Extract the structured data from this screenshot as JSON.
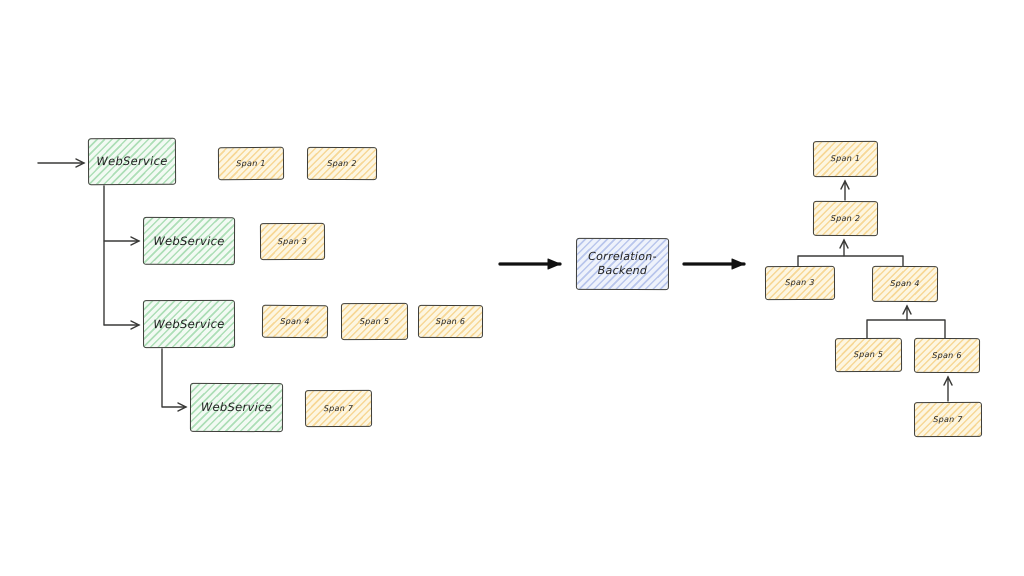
{
  "diagram": {
    "description_of_type": "hand-drawn distributed tracing diagram",
    "left_flow": {
      "services": [
        {
          "label": "WebService",
          "spans": [
            "Span 1",
            "Span 2"
          ]
        },
        {
          "label": "WebService",
          "spans": [
            "Span 3"
          ]
        },
        {
          "label": "WebService",
          "spans": [
            "Span 4",
            "Span 5",
            "Span 6"
          ]
        },
        {
          "label": "WebService",
          "spans": [
            "Span 7"
          ]
        }
      ]
    },
    "backend": {
      "label": "Correlation-\nBackend"
    },
    "trace_tree": {
      "nodes": [
        "Span 1",
        "Span 2",
        "Span 3",
        "Span 4",
        "Span 5",
        "Span 6",
        "Span 7"
      ],
      "edges": [
        [
          "Span 2",
          "Span 1"
        ],
        [
          "Span 3",
          "Span 2"
        ],
        [
          "Span 4",
          "Span 2"
        ],
        [
          "Span 5",
          "Span 4"
        ],
        [
          "Span 6",
          "Span 4"
        ],
        [
          "Span 7",
          "Span 6"
        ]
      ]
    },
    "colors": {
      "service_fill": "#d7f0db",
      "span_fill": "#fbe7bc",
      "backend_fill": "#dde4f8",
      "stroke": "#3c3c38",
      "bold_arrow": "#111111"
    }
  }
}
